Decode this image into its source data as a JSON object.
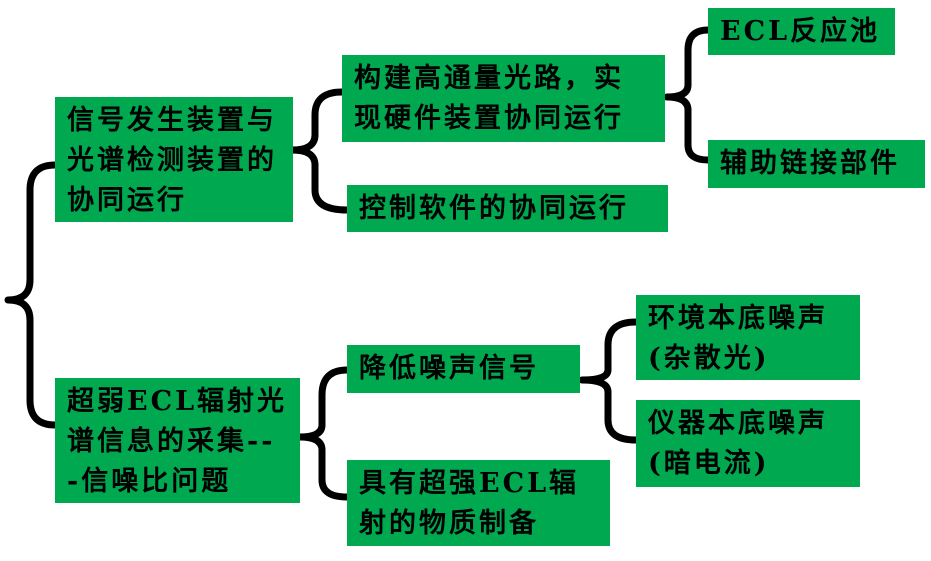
{
  "nodes": {
    "root_a": "信号发生装置与光谱检测装置的协同运行",
    "a1": "构建高通量光路，实现硬件装置协同运行",
    "a1a": "ECL反应池",
    "a1b": "辅助链接部件",
    "a2": "控制软件的协同运行",
    "root_b": "超弱ECL辐射光谱信息的采集---信噪比问题",
    "b1": "降低噪声信号",
    "b1a": "环境本底噪声(杂散光)",
    "b1b": "仪器本底噪声(暗电流)",
    "b2": "具有超强ECL辐射的物质制备"
  }
}
